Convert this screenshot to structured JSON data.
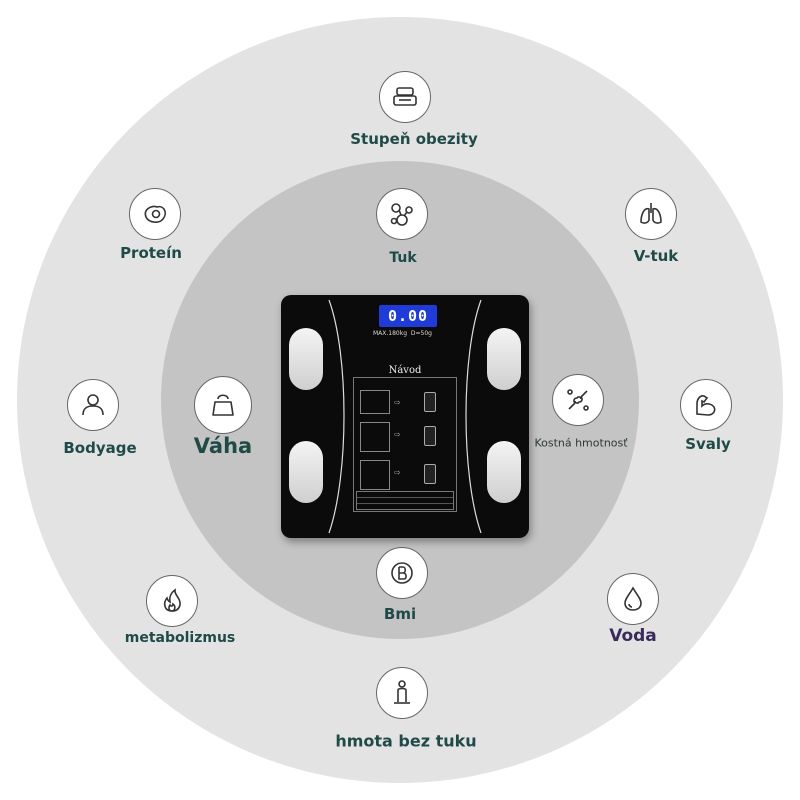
{
  "scale": {
    "display_value": "0.00",
    "display_sub_left": "MAX.180kg",
    "display_sub_right": "D=50g",
    "instructions_title": "Návod"
  },
  "features": {
    "obesity": "Stupeň obezity",
    "fat": "Tuk",
    "protein": "Proteín",
    "visceral_fat": "V-tuk",
    "bodyage": "Bodyage",
    "weight": "Váha",
    "bone_mass": "Kostná hmotnosť",
    "muscle": "Svaly",
    "bmi": "Bmi",
    "metabolism": "metabolizmus",
    "water": "Voda",
    "lean_mass": "hmota bez tuku"
  },
  "icons": {
    "obesity": "scale-stack-icon",
    "fat": "molecule-icon",
    "protein": "egg-icon",
    "visceral_fat": "lungs-icon",
    "bodyage": "person-bust-icon",
    "weight": "kettlebell-icon",
    "bone_mass": "bone-joint-icon",
    "muscle": "flexed-arm-icon",
    "bmi": "letter-b-icon",
    "metabolism": "flame-icon",
    "water": "droplet-icon",
    "lean_mass": "body-silhouette-icon"
  },
  "colors": {
    "outer_ring": "#e3e3e3",
    "inner_ring": "#c4c4c4",
    "label_text": "#1f4a48",
    "water_label": "#3a2a5a",
    "scale_body": "#0b0b0b",
    "lcd_screen": "#1f3bd8"
  }
}
